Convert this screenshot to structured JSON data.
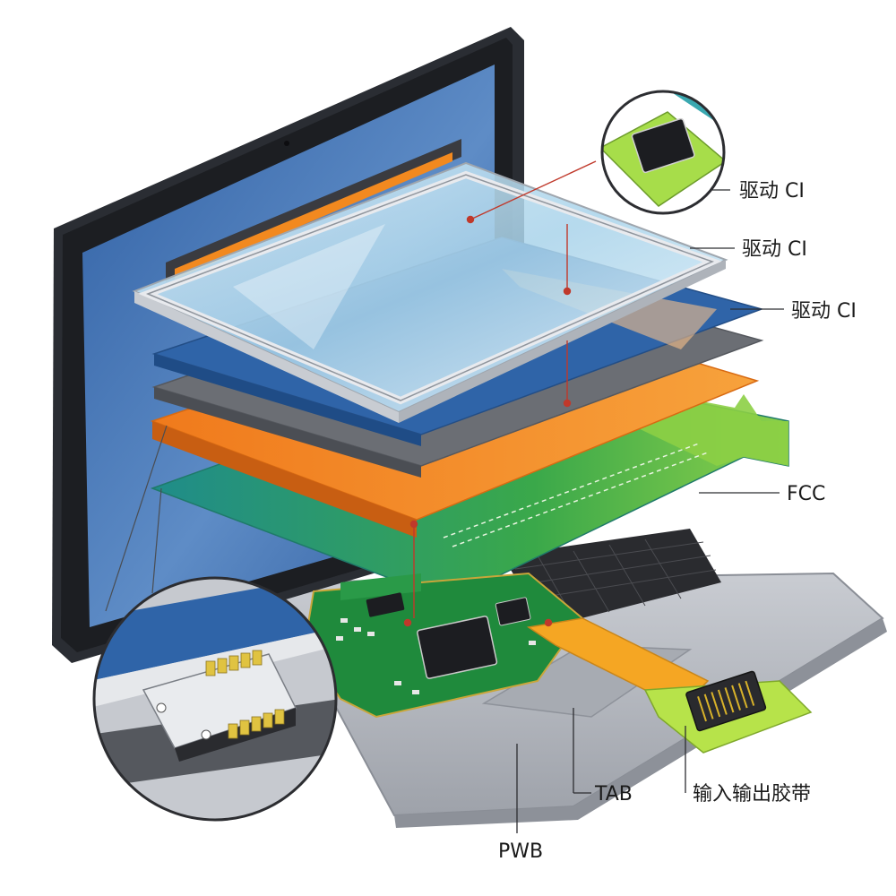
{
  "labels": {
    "driver_ic_1": "驱动 CI",
    "driver_ic_2": "驱动 CI",
    "driver_ic_3": "驱动 CI",
    "fcc": "FCC",
    "tab": "TAB",
    "io_tape": "输入输出胶带",
    "pwb": "PWB"
  },
  "colors": {
    "screen_blue": "#3f6fae",
    "bezel": "#2a2d33",
    "body_silver": "#b9bcc2",
    "layer_orange": "#f28a24",
    "layer_gray": "#6b6e74",
    "layer_blue": "#2f64a8",
    "pcb_green": "#1f8a3c",
    "flex_green": "#7bc043",
    "tape_orange": "#f5a623",
    "leader_red": "#c0392b"
  }
}
